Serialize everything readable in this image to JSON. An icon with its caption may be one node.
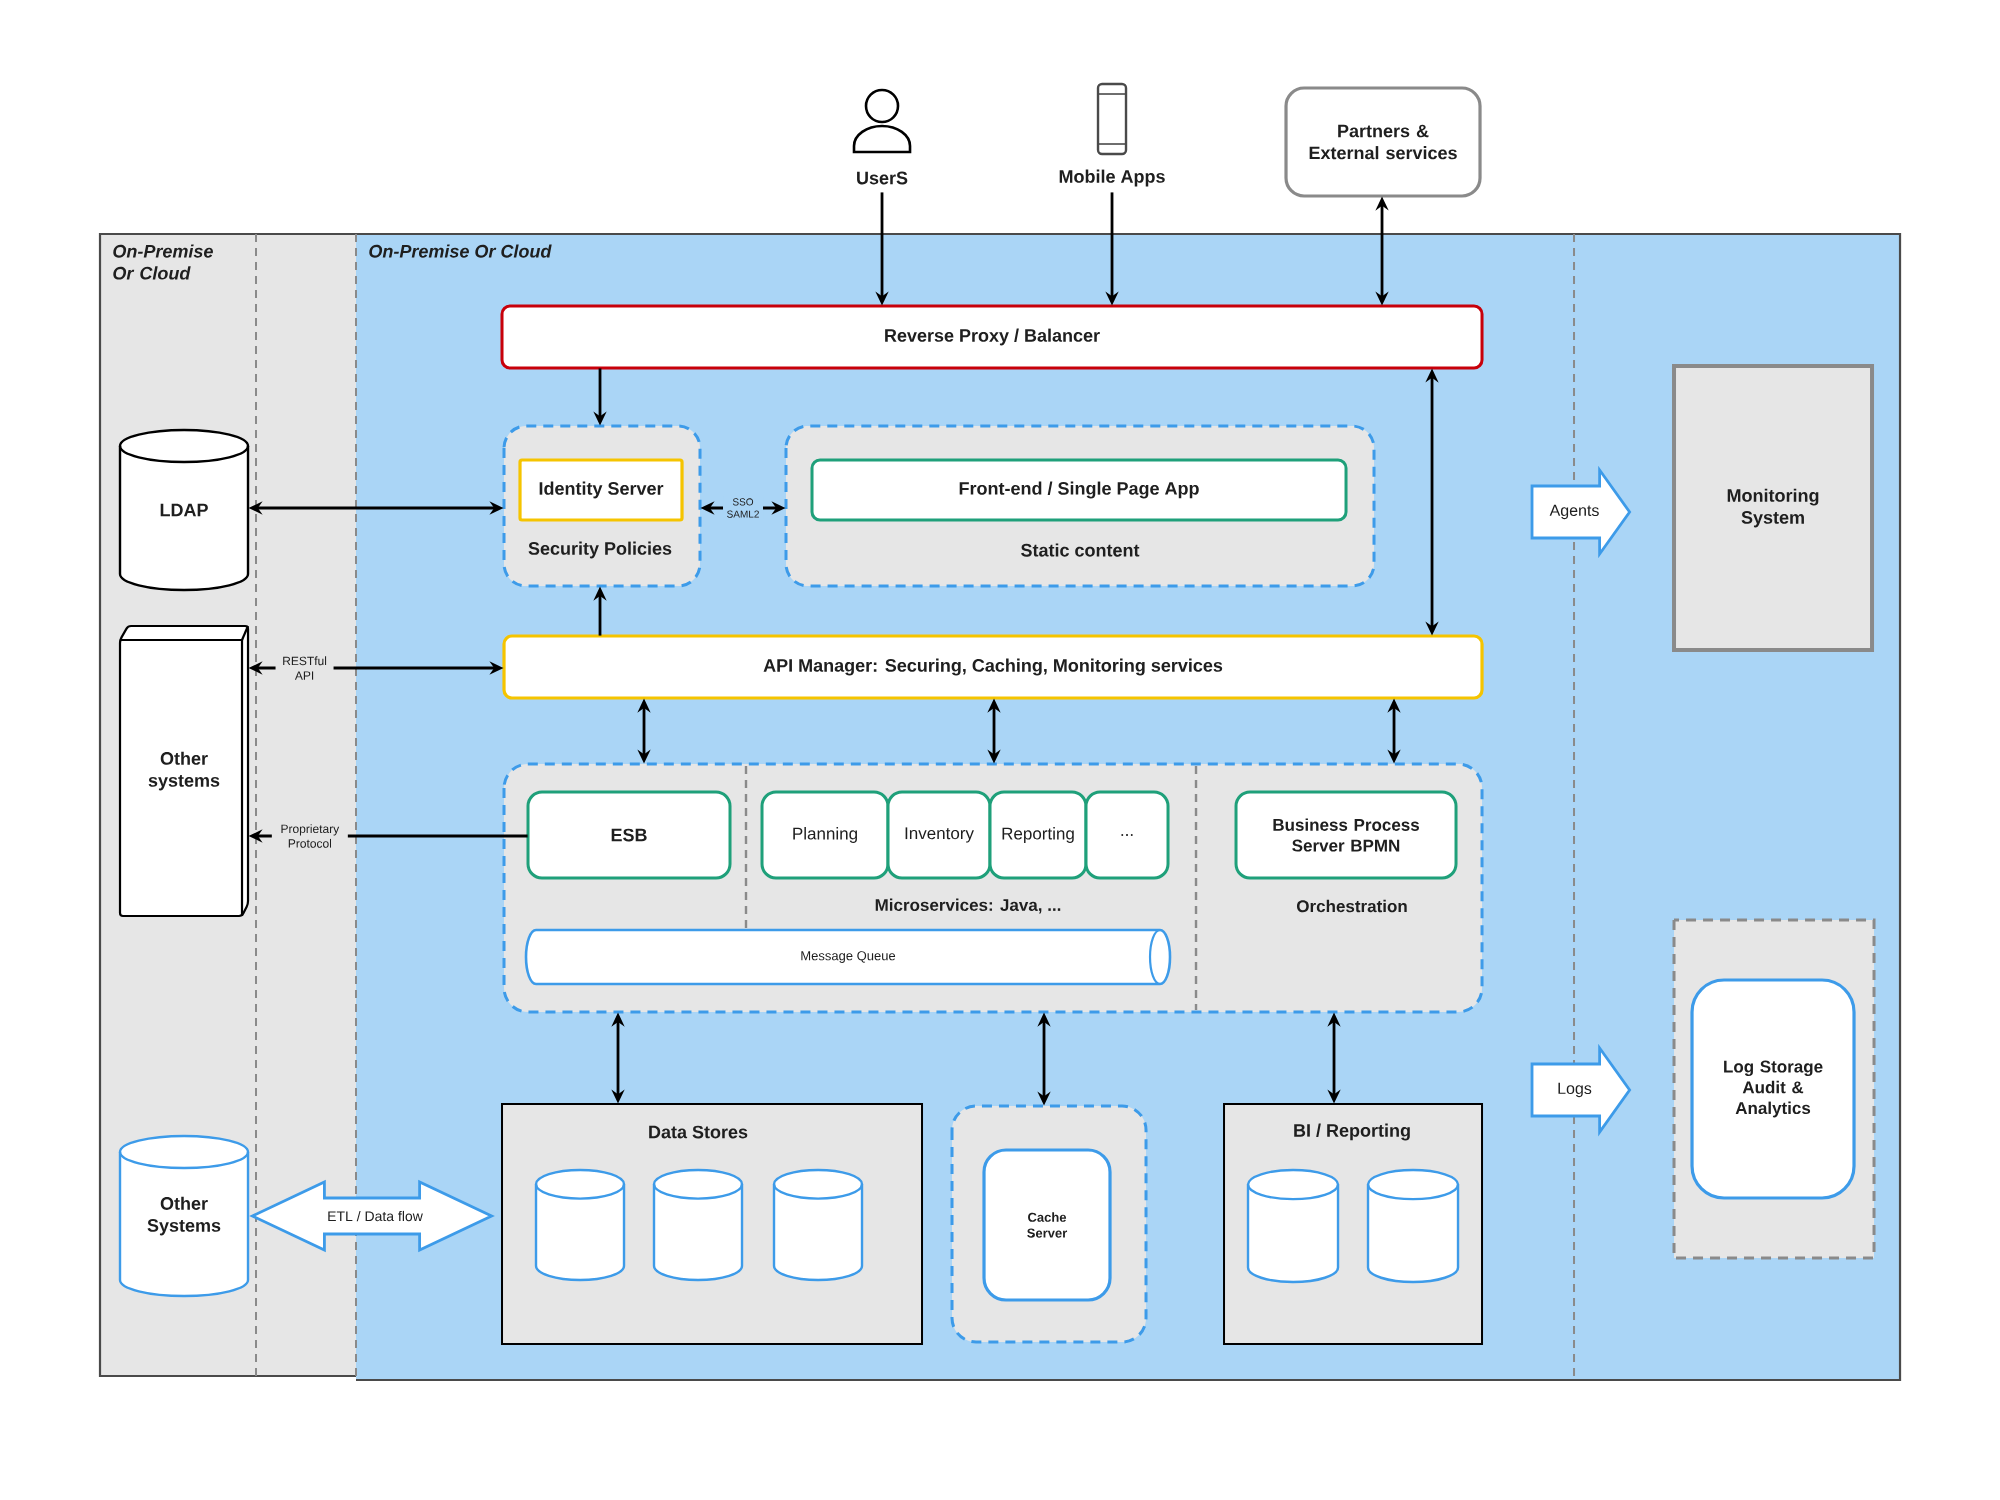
{
  "diagram": {
    "nodes": [
      {
        "text": [
          "On-Premise Or Cloud"
        ]
      },
      {
        "text": [
          "On-Premise Or Cloud"
        ]
      },
      {
        "text": [
          "UserS"
        ]
      },
      {
        "text": [
          "Mobile Apps"
        ]
      },
      {
        "text": [
          "Partners & External services"
        ]
      },
      {
        "text": [
          "Reverse Proxy / Balancer"
        ],
        "in": 1
      },
      {
        "text": [
          "Security Policies"
        ],
        "in": 1
      },
      {
        "text": [
          "Identity Server"
        ],
        "in": 6
      },
      {
        "text": [
          "Static content"
        ],
        "in": 1
      },
      {
        "text": [
          "Front-end / Single Page App"
        ],
        "in": 8
      },
      {
        "text": [
          "LDAP"
        ],
        "in": 0
      },
      {
        "text": [
          "Other systems"
        ],
        "in": 0
      },
      {
        "text": [
          "API Manager: Securing, Caching, Monitoring services"
        ],
        "in": 1
      },
      {
        "text": [
          "Microservices: Java, ...",
          "Orchestration"
        ],
        "in": 1
      },
      {
        "text": [
          "ESB"
        ],
        "in": 13
      },
      {
        "text": [
          "Planning"
        ],
        "in": 13
      },
      {
        "text": [
          "Inventory"
        ],
        "in": 13
      },
      {
        "text": [
          "Reporting"
        ],
        "in": 13
      },
      {
        "text": [
          "..."
        ],
        "in": 13
      },
      {
        "text": [
          "Business Process Server BPMN"
        ],
        "in": 13
      },
      {
        "text": [
          "Message Queue"
        ],
        "in": 13
      },
      {
        "text": [
          "Data Stores"
        ],
        "in": 1
      },
      {
        "text": [],
        "shape": "cylinder",
        "in": 21
      },
      {
        "text": [],
        "shape": "cylinder",
        "in": 21
      },
      {
        "text": [],
        "shape": "cylinder",
        "in": 21
      },
      {
        "text": [],
        "shape": "box",
        "in": 1
      },
      {
        "text": [
          "Cache Server"
        ],
        "in": 25
      },
      {
        "text": [
          "BI / Reporting"
        ],
        "in": 1
      },
      {
        "text": [],
        "shape": "cylinder",
        "in": 27
      },
      {
        "text": [],
        "shape": "cylinder",
        "in": 27
      },
      {
        "text": [
          "Other Systems"
        ],
        "in": 0
      },
      {
        "text": [
          "Monitoring System"
        ],
        "in": 1
      },
      {
        "text": [],
        "shape": "box",
        "in": 1
      },
      {
        "text": [
          "Log Storage Audit & Analytics"
        ],
        "in": 32
      }
    ],
    "edges": [
      {
        "from": 2,
        "to": 5,
        "arrow": "to"
      },
      {
        "from": 3,
        "to": 5,
        "arrow": "to"
      },
      {
        "from": 4,
        "to": 5,
        "arrow": "both"
      },
      {
        "from": 5,
        "to": 6,
        "arrow": "to"
      },
      {
        "from": 5,
        "to": 12,
        "arrow": "both"
      },
      {
        "from": 10,
        "to": 6,
        "arrow": "both"
      },
      {
        "from": 6,
        "to": 8,
        "arrow": "both",
        "label": "SSO SAML2"
      },
      {
        "from": 12,
        "to": 6,
        "arrow": "to"
      },
      {
        "from": 11,
        "to": 12,
        "arrow": "both",
        "label": "RESTful API"
      },
      {
        "from": 14,
        "to": 11,
        "arrow": "to",
        "label": "Proprietary Protocol"
      },
      {
        "from": 12,
        "to": 13,
        "arrow": "both"
      },
      {
        "from": 12,
        "to": 13,
        "arrow": "both"
      },
      {
        "from": 12,
        "to": 13,
        "arrow": "both"
      },
      {
        "from": 13,
        "to": 21,
        "arrow": "both"
      },
      {
        "from": 13,
        "to": 25,
        "arrow": "both"
      },
      {
        "from": 13,
        "to": 27,
        "arrow": "both"
      },
      {
        "from": 30,
        "to": 21,
        "arrow": "both",
        "label": "ETL / Data flow",
        "color": "#3d9be9"
      },
      {
        "from": null,
        "to": 31,
        "arrow": "to",
        "label": "Agents",
        "color": "#3d9be9"
      },
      {
        "from": null,
        "to": 32,
        "arrow": "to",
        "label": "Logs",
        "color": "#3d9be9"
      }
    ]
  }
}
